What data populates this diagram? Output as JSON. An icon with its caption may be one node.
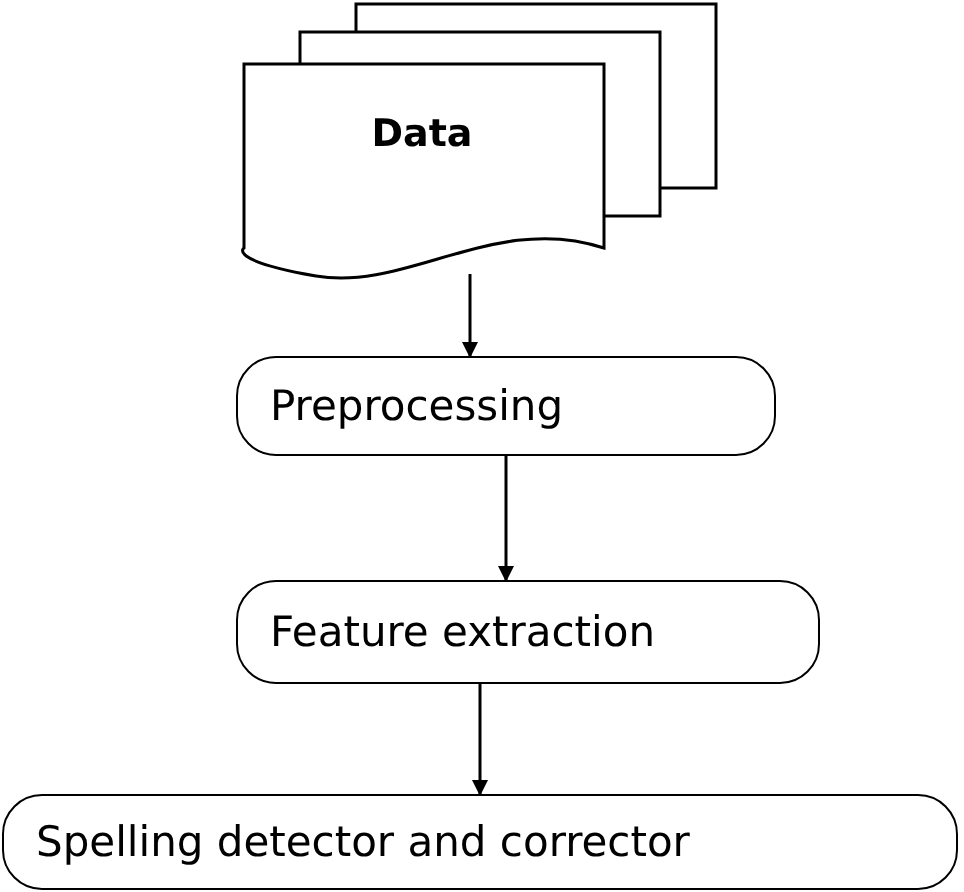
{
  "diagram": {
    "nodes": [
      {
        "text": [
          "Data"
        ]
      },
      {
        "text": [
          "Preprocessing"
        ]
      },
      {
        "text": [
          "Feature extraction"
        ]
      },
      {
        "text": [
          "Spelling detector and corrector"
        ]
      }
    ],
    "edges": [
      {
        "from": 0,
        "to": 1,
        "arrow": "to"
      },
      {
        "from": 1,
        "to": 2,
        "arrow": "to"
      },
      {
        "from": 2,
        "to": 3,
        "arrow": "to"
      }
    ]
  }
}
